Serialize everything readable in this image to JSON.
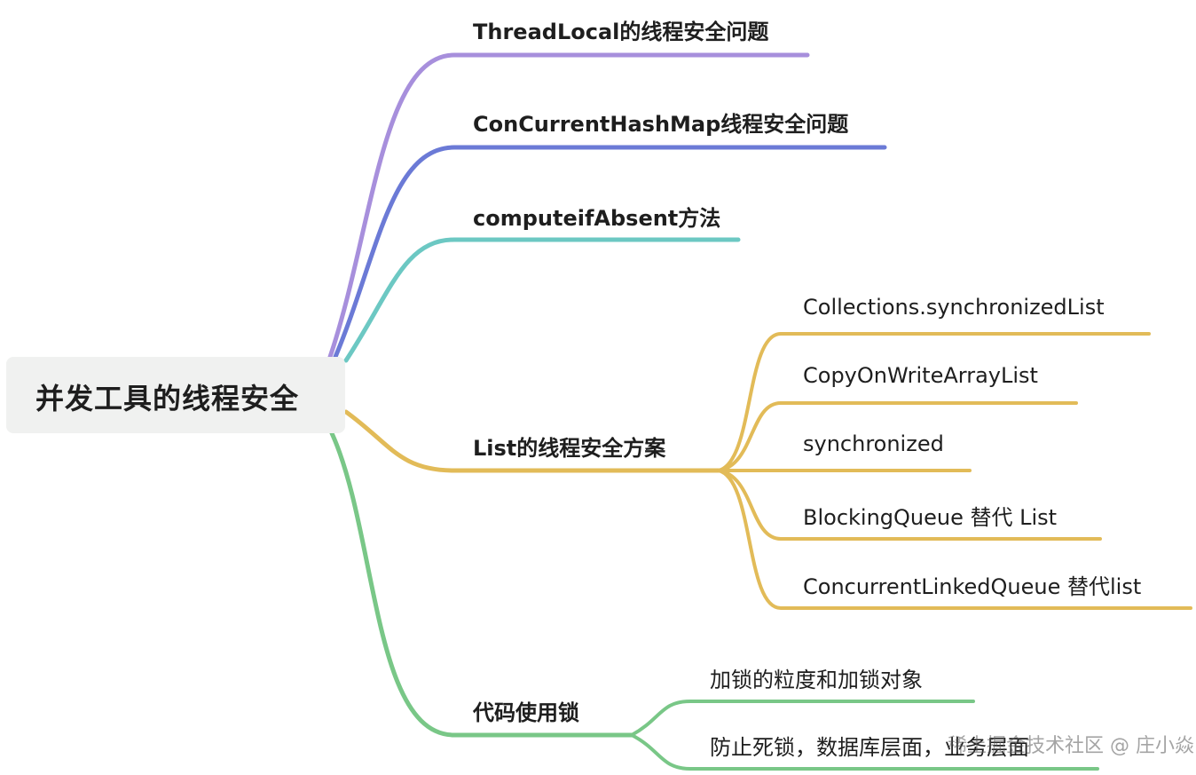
{
  "root": {
    "label": "并发工具的线程安全"
  },
  "branches": [
    {
      "label": "ThreadLocal的线程安全问题",
      "color": "#a78fdc",
      "children": []
    },
    {
      "label": "ConCurrentHashMap线程安全问题",
      "color": "#6b7ad6",
      "children": []
    },
    {
      "label": "computeifAbsent方法",
      "color": "#6cc8c3",
      "children": []
    },
    {
      "label": "List的线程安全方案",
      "color": "#e2bb58",
      "children": [
        "Collections.synchronizedList",
        "CopyOnWriteArrayList",
        "synchronized",
        "BlockingQueue 替代 List",
        "ConcurrentLinkedQueue 替代list"
      ]
    },
    {
      "label": "代码使用锁",
      "color": "#79c787",
      "children": [
        "加锁的粒度和加锁对象",
        "防止死锁，数据库层面，业务层面"
      ]
    }
  ],
  "watermark": "稀土掘金技术社区 @ 庄小焱"
}
